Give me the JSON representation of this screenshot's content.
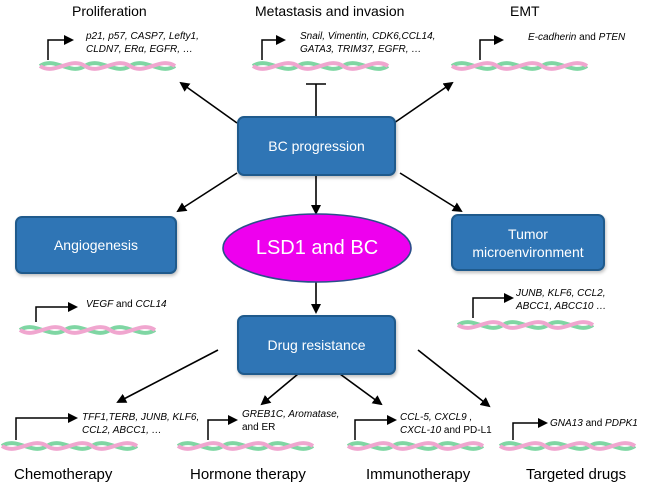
{
  "center": "LSD1 and BC",
  "boxes": {
    "bc_progression": "BC progression",
    "drug_resistance": "Drug resistance",
    "angiogenesis": "Angiogenesis",
    "tumor_microenvironment": "Tumor microenvironment"
  },
  "labels": {
    "proliferation": "Proliferation",
    "metastasis": "Metastasis and invasion",
    "emt": "EMT",
    "chemotherapy": "Chemotherapy",
    "hormone": "Hormone therapy",
    "immunotherapy": "Immunotherapy",
    "targeted": "Targeted drugs"
  },
  "genes": {
    "proliferation_1": "p21, p57, CASP7, Lefty1,",
    "proliferation_2": "CLDN7, ERα, EGFR, …",
    "metastasis_1": "Snail, Vimentin, CDK6,CCL14,",
    "metastasis_2": "GATA3, TRIM37, EGFR, …",
    "emt_a": "E-cadherin",
    "emt_and": " and ",
    "emt_b": "PTEN",
    "angio_a": "VEGF",
    "angio_and": " and ",
    "angio_b": "CCL14",
    "tme_1": "JUNB, KLF6, CCL2,",
    "tme_2": "ABCC1, ABCC10 …",
    "chemo_1": "TFF1,TERB, JUNB, KLF6,",
    "chemo_2": "CCL2, ABCC1, …",
    "hormone_1": "GREB1C, Aromatase,",
    "hormone_2": "and ER",
    "immuno_1": "CCL-5, CXCL9 ,",
    "immuno_2a": "CXCL-10",
    "immuno_2b": " and PD-L1",
    "targeted_a": "GNA13",
    "targeted_and": " and ",
    "targeted_b": "PDPK1"
  },
  "colors": {
    "box_fill": "#2f75b5",
    "ellipse_fill": "#ee00ee",
    "dna_green": "#7fd6a3",
    "dna_pink": "#f0a6cf"
  }
}
